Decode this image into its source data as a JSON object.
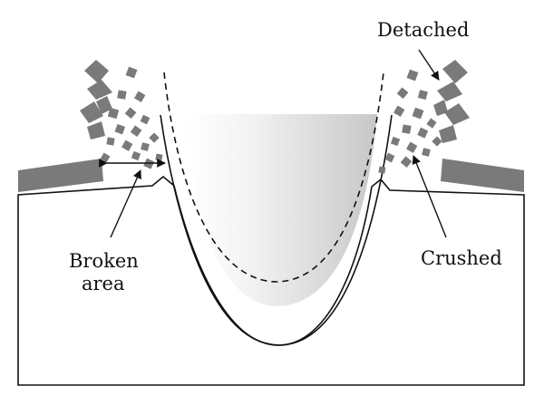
{
  "labels": {
    "detached": "Detached",
    "broken_line1": "Broken",
    "broken_line2": "area",
    "crushed": "Crushed"
  },
  "colors": {
    "fragment": "#7a7a7a",
    "outline": "#111111",
    "indenter_light": "#ffffff",
    "indenter_dark": "#c9c9c9"
  }
}
